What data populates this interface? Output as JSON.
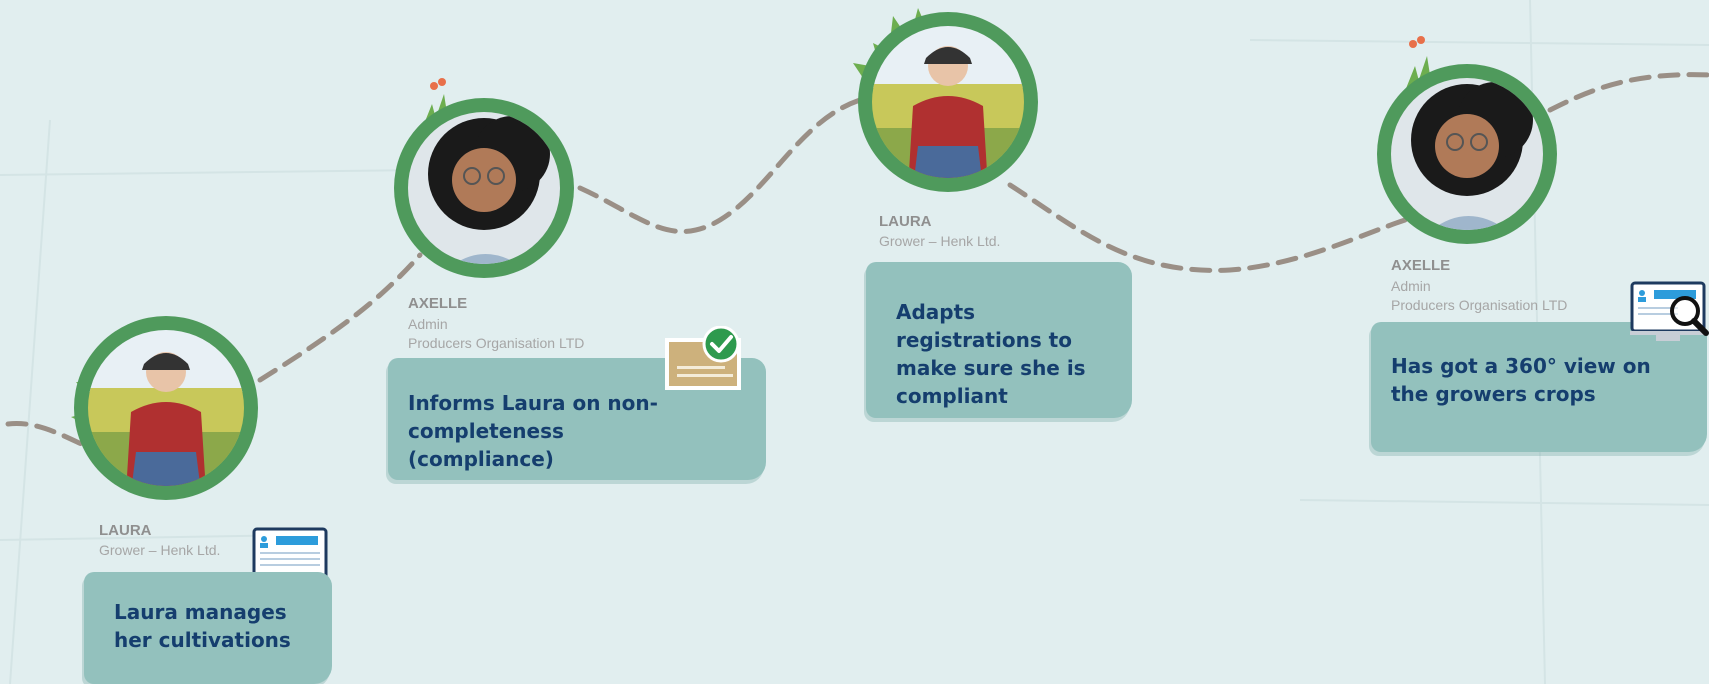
{
  "steps": [
    {
      "name": "LAURA",
      "role": "Grower – Henk Ltd.",
      "org": "",
      "text": "Laura manages her cultivations",
      "icon": "laptop-icon"
    },
    {
      "name": "AXELLE",
      "role": "Admin",
      "org": "Producers Organisation LTD",
      "text": "Informs Laura on non-completeness (compliance)",
      "icon": "approved-document-icon"
    },
    {
      "name": "LAURA",
      "role": "Grower – Henk Ltd.",
      "org": "",
      "text": "Adapts registrations to make sure she is compliant",
      "icon": ""
    },
    {
      "name": "AXELLE",
      "role": "Admin",
      "org": "Producers Organisation LTD",
      "text": "Has got a 360° view on the growers crops",
      "icon": "monitor-magnifier-icon"
    }
  ],
  "colors": {
    "background": "#e1eeef",
    "card": "#93c1bd",
    "card_text": "#153e6e",
    "name_text": "#8f8f8f",
    "role_text": "#a6a6a6",
    "path": "#9a8f86",
    "ring": "#4f9a5c"
  }
}
